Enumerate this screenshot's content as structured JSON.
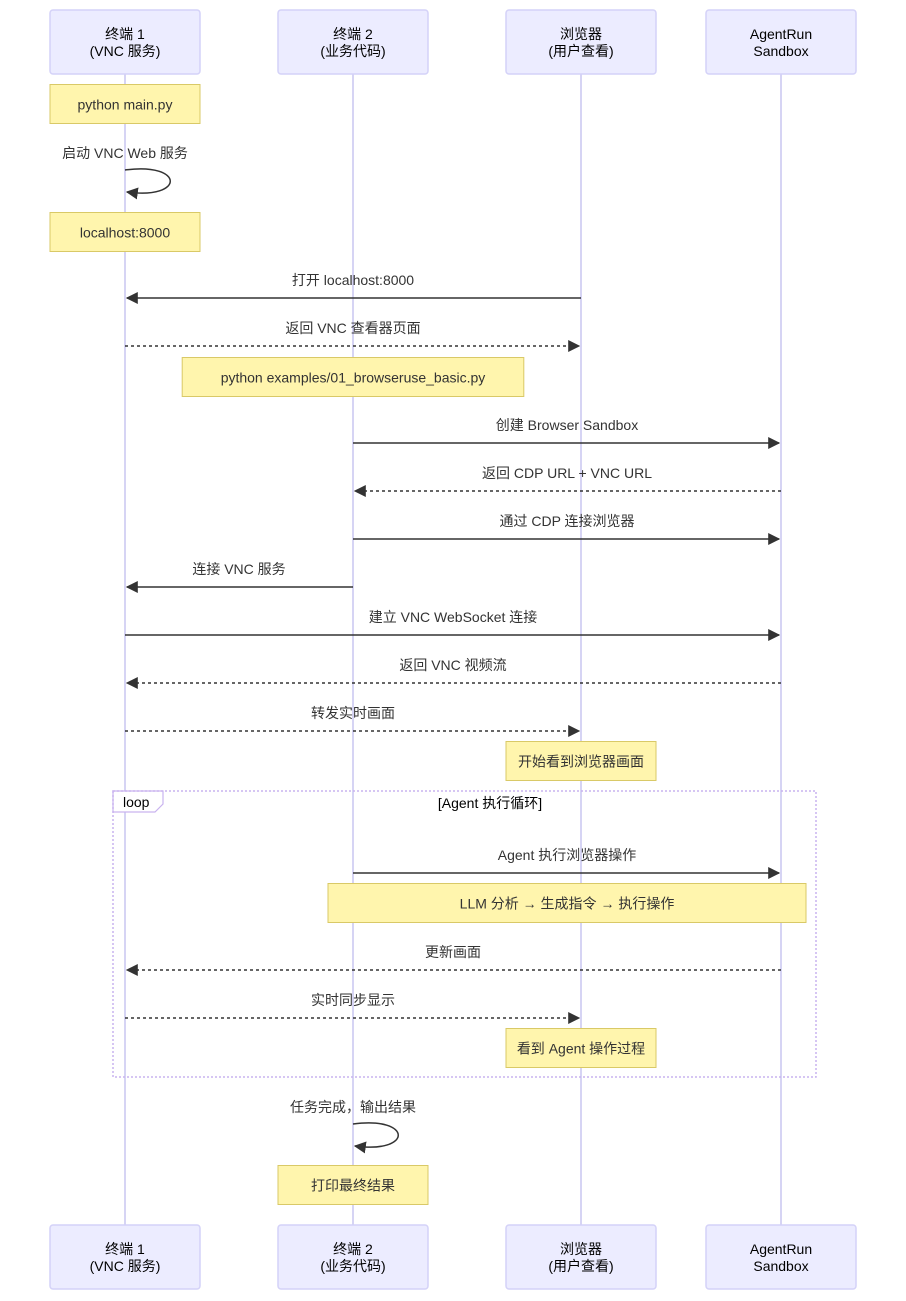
{
  "actors": [
    {
      "id": "t1",
      "line1": "终端 1",
      "line2": "(VNC 服务)"
    },
    {
      "id": "t2",
      "line1": "终端 2",
      "line2": "(业务代码)"
    },
    {
      "id": "br",
      "line1": "浏览器",
      "line2": "(用户查看)"
    },
    {
      "id": "sb",
      "line1": "AgentRun",
      "line2": "Sandbox"
    }
  ],
  "events": [
    {
      "kind": "note",
      "over": [
        "t1"
      ],
      "text": "python main.py"
    },
    {
      "kind": "msg",
      "from": "t1",
      "to": "t1",
      "text": "启动 VNC Web 服务",
      "dashed": false
    },
    {
      "kind": "note",
      "over": [
        "t1"
      ],
      "text": "localhost:8000"
    },
    {
      "kind": "msg",
      "from": "br",
      "to": "t1",
      "text": "打开 localhost:8000",
      "dashed": false
    },
    {
      "kind": "msg",
      "from": "t1",
      "to": "br",
      "text": "返回 VNC 查看器页面",
      "dashed": true
    },
    {
      "kind": "note",
      "over": [
        "t2"
      ],
      "text": "python examples/01_browseruse_basic.py"
    },
    {
      "kind": "msg",
      "from": "t2",
      "to": "sb",
      "text": "创建 Browser Sandbox",
      "dashed": false
    },
    {
      "kind": "msg",
      "from": "sb",
      "to": "t2",
      "text": "返回 CDP URL + VNC URL",
      "dashed": true
    },
    {
      "kind": "msg",
      "from": "t2",
      "to": "sb",
      "text": "通过 CDP 连接浏览器",
      "dashed": false
    },
    {
      "kind": "msg",
      "from": "t2",
      "to": "t1",
      "text": "连接 VNC 服务",
      "dashed": false
    },
    {
      "kind": "msg",
      "from": "t1",
      "to": "sb",
      "text": "建立 VNC WebSocket 连接",
      "dashed": false
    },
    {
      "kind": "msg",
      "from": "sb",
      "to": "t1",
      "text": "返回 VNC 视频流",
      "dashed": true
    },
    {
      "kind": "msg",
      "from": "t1",
      "to": "br",
      "text": "转发实时画面",
      "dashed": true
    },
    {
      "kind": "note",
      "over": [
        "br"
      ],
      "text": "开始看到浏览器画面"
    },
    {
      "kind": "loop_start",
      "label": "loop",
      "title": "[Agent 执行循环]"
    },
    {
      "kind": "msg",
      "from": "t2",
      "to": "sb",
      "text": "Agent 执行浏览器操作",
      "dashed": false
    },
    {
      "kind": "note",
      "over": [
        "t2",
        "sb"
      ],
      "text": "LLM 分析 → 生成指令 → 执行操作"
    },
    {
      "kind": "msg",
      "from": "sb",
      "to": "t1",
      "text": "更新画面",
      "dashed": true
    },
    {
      "kind": "msg",
      "from": "t1",
      "to": "br",
      "text": "实时同步显示",
      "dashed": true
    },
    {
      "kind": "note",
      "over": [
        "br"
      ],
      "text": "看到 Agent 操作过程"
    },
    {
      "kind": "loop_end"
    },
    {
      "kind": "msg",
      "from": "t2",
      "to": "t2",
      "text": "任务完成，输出结果",
      "dashed": false
    },
    {
      "kind": "note",
      "over": [
        "t2"
      ],
      "text": "打印最终结果"
    }
  ],
  "colors": {
    "actor_fill": "#ECECFF",
    "actor_border": "#d4d2f8",
    "lifeline": "#c8c5f0",
    "note_fill": "#fff5ad",
    "note_border": "#d9c967",
    "arrow": "#333333",
    "loop_border": "#c9b3ef"
  }
}
